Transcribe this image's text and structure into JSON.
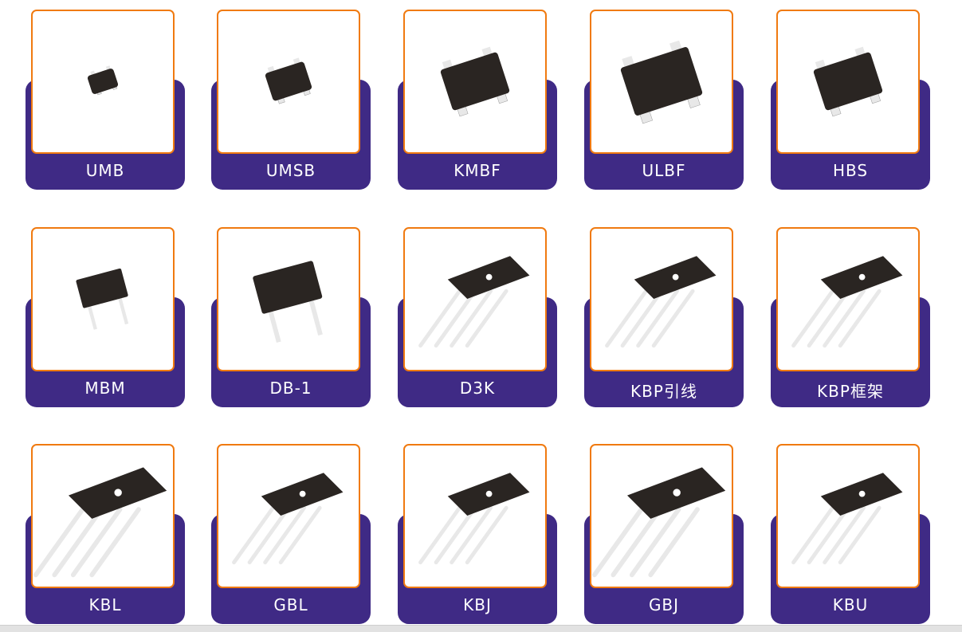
{
  "products": [
    {
      "label": "UMB",
      "kind": "smd-small"
    },
    {
      "label": "UMSB",
      "kind": "smd"
    },
    {
      "label": "KMBF",
      "kind": "smd-large"
    },
    {
      "label": "ULBF",
      "kind": "smd-flat"
    },
    {
      "label": "HBS",
      "kind": "smd-large"
    },
    {
      "label": "MBM",
      "kind": "dip-small"
    },
    {
      "label": "DB-1",
      "kind": "dip"
    },
    {
      "label": "D3K",
      "kind": "sip"
    },
    {
      "label": "KBP引线",
      "kind": "sip"
    },
    {
      "label": "KBP框架",
      "kind": "sip"
    },
    {
      "label": "KBL",
      "kind": "sip-large"
    },
    {
      "label": "GBL",
      "kind": "sip"
    },
    {
      "label": "KBJ",
      "kind": "sip"
    },
    {
      "label": "GBJ",
      "kind": "sip-large"
    },
    {
      "label": "KBU",
      "kind": "sip"
    }
  ],
  "colors": {
    "card": "#3f2a85",
    "border": "#f07a10",
    "chip": "#2a2522"
  }
}
